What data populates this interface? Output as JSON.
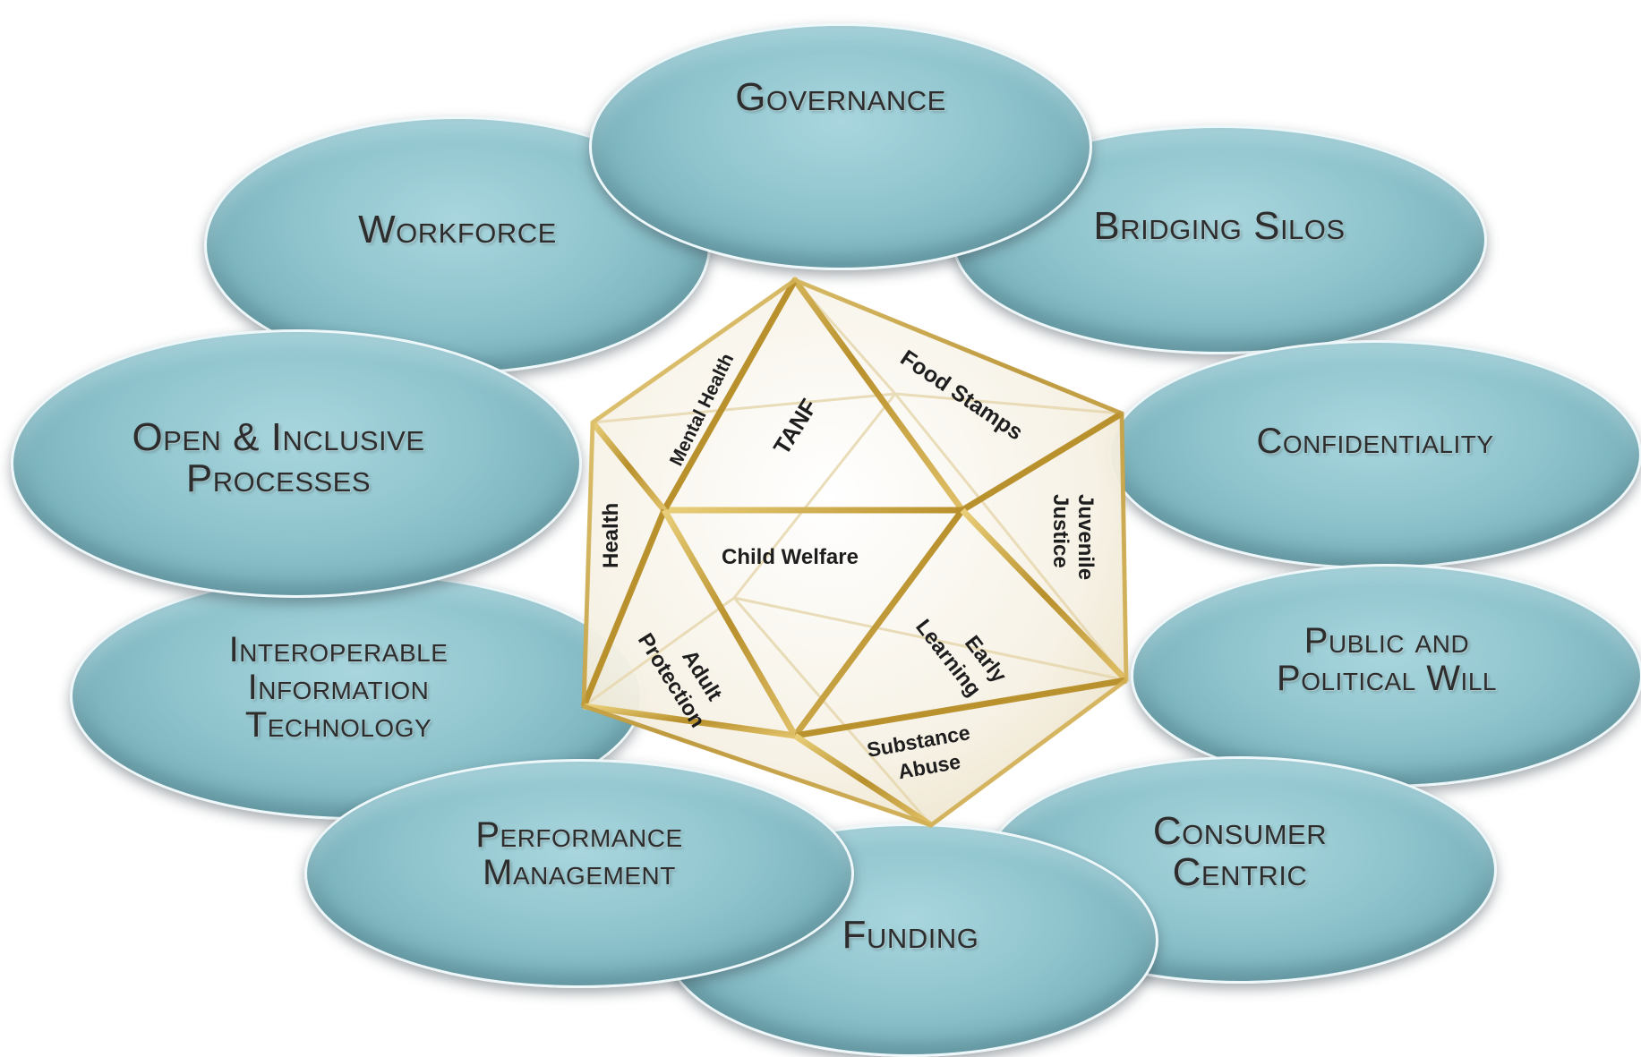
{
  "ovals": {
    "governance": [
      "Governance"
    ],
    "workforce": [
      "Workforce"
    ],
    "bridging_silos": [
      "Bridging Silos"
    ],
    "open_inclusive": [
      "Open & Inclusive",
      "Processes"
    ],
    "confidentiality": [
      "Confidentiality"
    ],
    "interoperable": [
      "Interoperable",
      "Information",
      "Technology"
    ],
    "public_political": [
      "Public and",
      "Political Will"
    ],
    "performance": [
      "Performance",
      "Management"
    ],
    "consumer": [
      "Consumer",
      "Centric"
    ],
    "funding": [
      "Funding"
    ]
  },
  "facets": {
    "mental_health": "Mental Health",
    "tanf": "TANF",
    "food_stamps": "Food Stamps",
    "health": "Health",
    "child_welfare": "Child Welfare",
    "juvenile_justice": [
      "Juvenile",
      "Justice"
    ],
    "adult_protection": [
      "Adult",
      "Protection"
    ],
    "early_learning": [
      "Early",
      "Learning"
    ],
    "substance_abuse": [
      "Substance",
      "Abuse"
    ]
  },
  "colors": {
    "oval_fill": "#8fc4cd",
    "frame_gold": "#c9a646"
  }
}
